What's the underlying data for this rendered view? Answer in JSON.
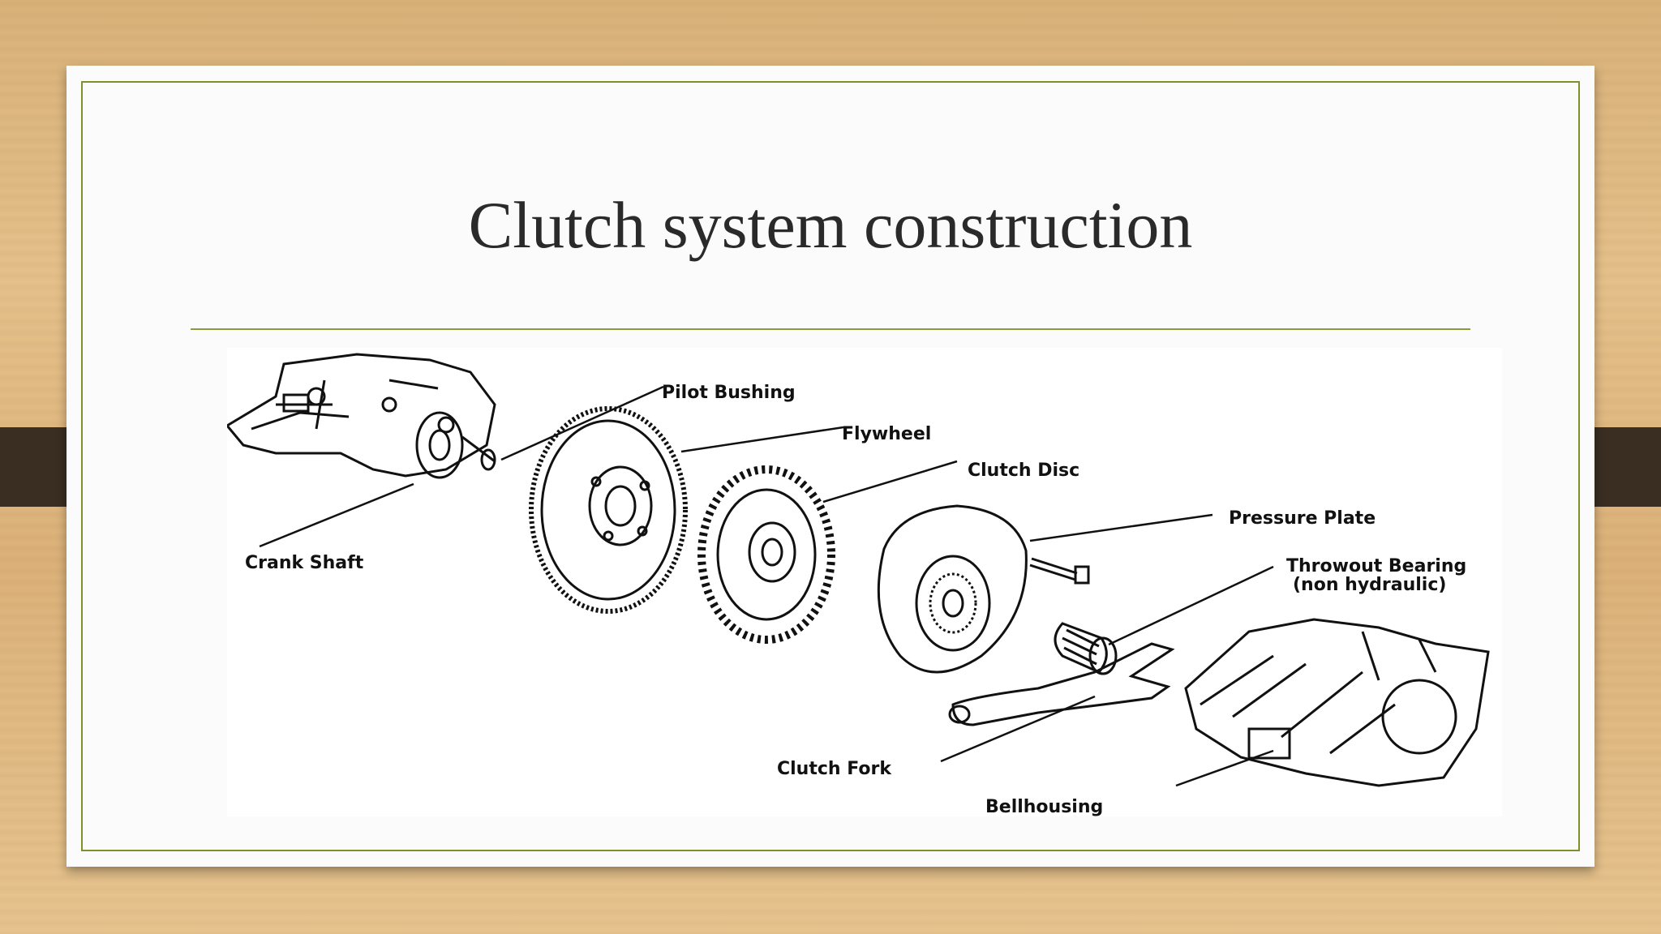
{
  "slide": {
    "title": "Clutch system construction"
  },
  "diagram": {
    "labels": {
      "pilot_bushing": "Pilot Bushing",
      "flywheel": "Flywheel",
      "clutch_disc": "Clutch Disc",
      "pressure_plate": "Pressure Plate",
      "throwout_bearing_line1": "Throwout Bearing",
      "throwout_bearing_line2": "(non hydraulic)",
      "crank_shaft": "Crank Shaft",
      "clutch_fork": "Clutch Fork",
      "bellhousing": "Bellhousing"
    }
  }
}
